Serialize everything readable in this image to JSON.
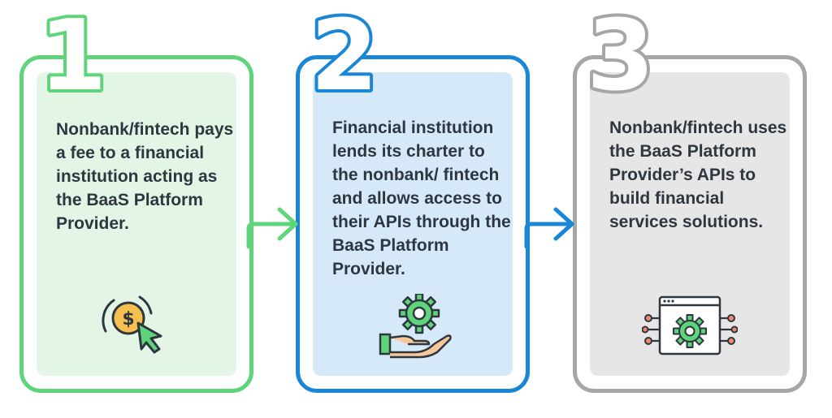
{
  "steps": [
    {
      "number": "1",
      "text": "Nonbank/fintech pays a fee to a financial institution acting as the BaaS Platform Provider.",
      "color": "#5fd47a",
      "icon": "dollar-coin-cursor-icon"
    },
    {
      "number": "2",
      "text": "Financial institution lends its charter to the nonbank/ fintech and allows access to their APIs through the BaaS Platform Provider.",
      "color": "#1a86d6",
      "icon": "hand-gear-icon"
    },
    {
      "number": "3",
      "text": "Nonbank/fintech uses the BaaS Platform Provider’s APIs to build financial services solutions.",
      "color": "#a6a6a6",
      "icon": "api-browser-gear-icon"
    }
  ]
}
